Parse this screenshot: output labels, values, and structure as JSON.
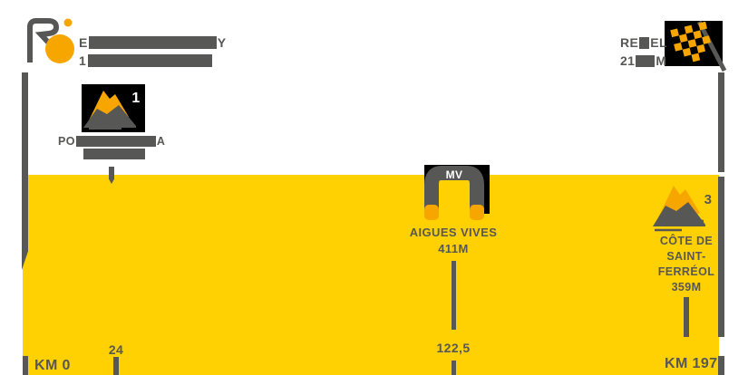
{
  "colors": {
    "yellow": "#FFD103",
    "orange": "#F7A600",
    "dark_gray": "#575756",
    "black": "#000000",
    "white": "#FFFFFF"
  },
  "route_markers_km": [
    0,
    24,
    122.5,
    197
  ],
  "start": {
    "icon": "tdf-cyclist-logo",
    "name_prefix": "E",
    "name_redacted": true,
    "name_suffix": "Y",
    "altitude_prefix": "1",
    "altitude_redacted": true,
    "km_label": "KM 0"
  },
  "finish": {
    "icon": "checkered-flag",
    "name_prefix": "RE",
    "name_redacted": true,
    "name_suffix": "EL",
    "altitude_prefix": "21",
    "altitude_redacted": true,
    "altitude_suffix": "M",
    "km_label": "KM 197"
  },
  "climb_1": {
    "category": "1",
    "name_prefix": "PO",
    "name_redacted": true,
    "name_suffix": "A",
    "altitude_redacted": true,
    "km_label": "24"
  },
  "sprint_mv": {
    "icon_label": "MV",
    "name": "AIGUES VIVES",
    "altitude": "411M",
    "km_label": "122,5"
  },
  "climb_3": {
    "category": "3",
    "name_lines": [
      "CÔTE DE",
      "SAINT-",
      "FERRÉOL"
    ],
    "altitude": "359M"
  }
}
